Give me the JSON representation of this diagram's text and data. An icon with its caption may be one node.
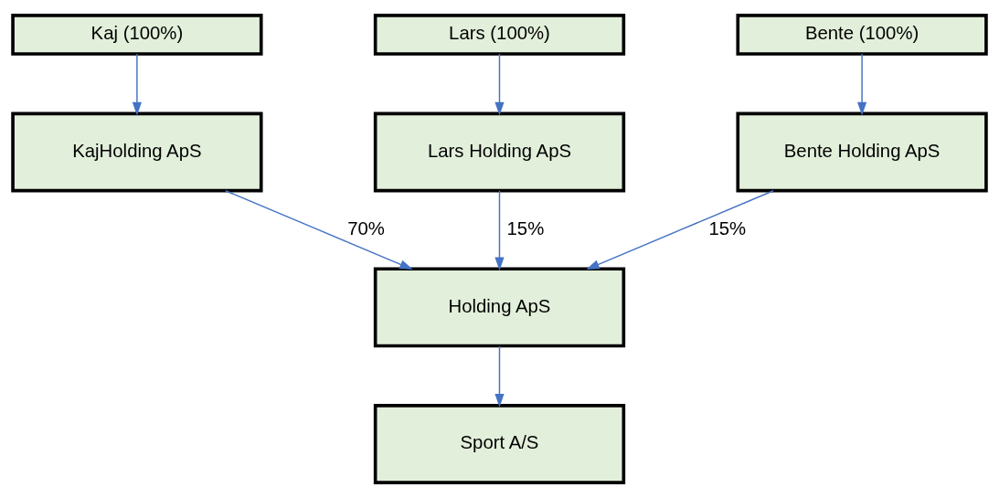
{
  "diagram": {
    "nodes": [
      {
        "text": [
          "Kaj (100%)"
        ]
      },
      {
        "text": [
          "Lars (100%)"
        ]
      },
      {
        "text": [
          "Bente (100%)"
        ]
      },
      {
        "text": [
          "KajHolding ApS"
        ]
      },
      {
        "text": [
          "Lars Holding ApS"
        ]
      },
      {
        "text": [
          "Bente Holding ApS"
        ]
      },
      {
        "text": [
          "Holding ApS"
        ]
      },
      {
        "text": [
          "Sport A/S"
        ]
      }
    ],
    "edges": [
      {
        "from": 0,
        "to": 3,
        "arrow": "to"
      },
      {
        "from": 1,
        "to": 4,
        "arrow": "to"
      },
      {
        "from": 2,
        "to": 5,
        "arrow": "to"
      },
      {
        "from": 3,
        "to": 6,
        "arrow": "to",
        "label": "70%"
      },
      {
        "from": 4,
        "to": 6,
        "arrow": "to",
        "label": "15%"
      },
      {
        "from": 5,
        "to": 6,
        "arrow": "to",
        "label": "15%"
      },
      {
        "from": 6,
        "to": 7,
        "arrow": "to"
      }
    ]
  }
}
